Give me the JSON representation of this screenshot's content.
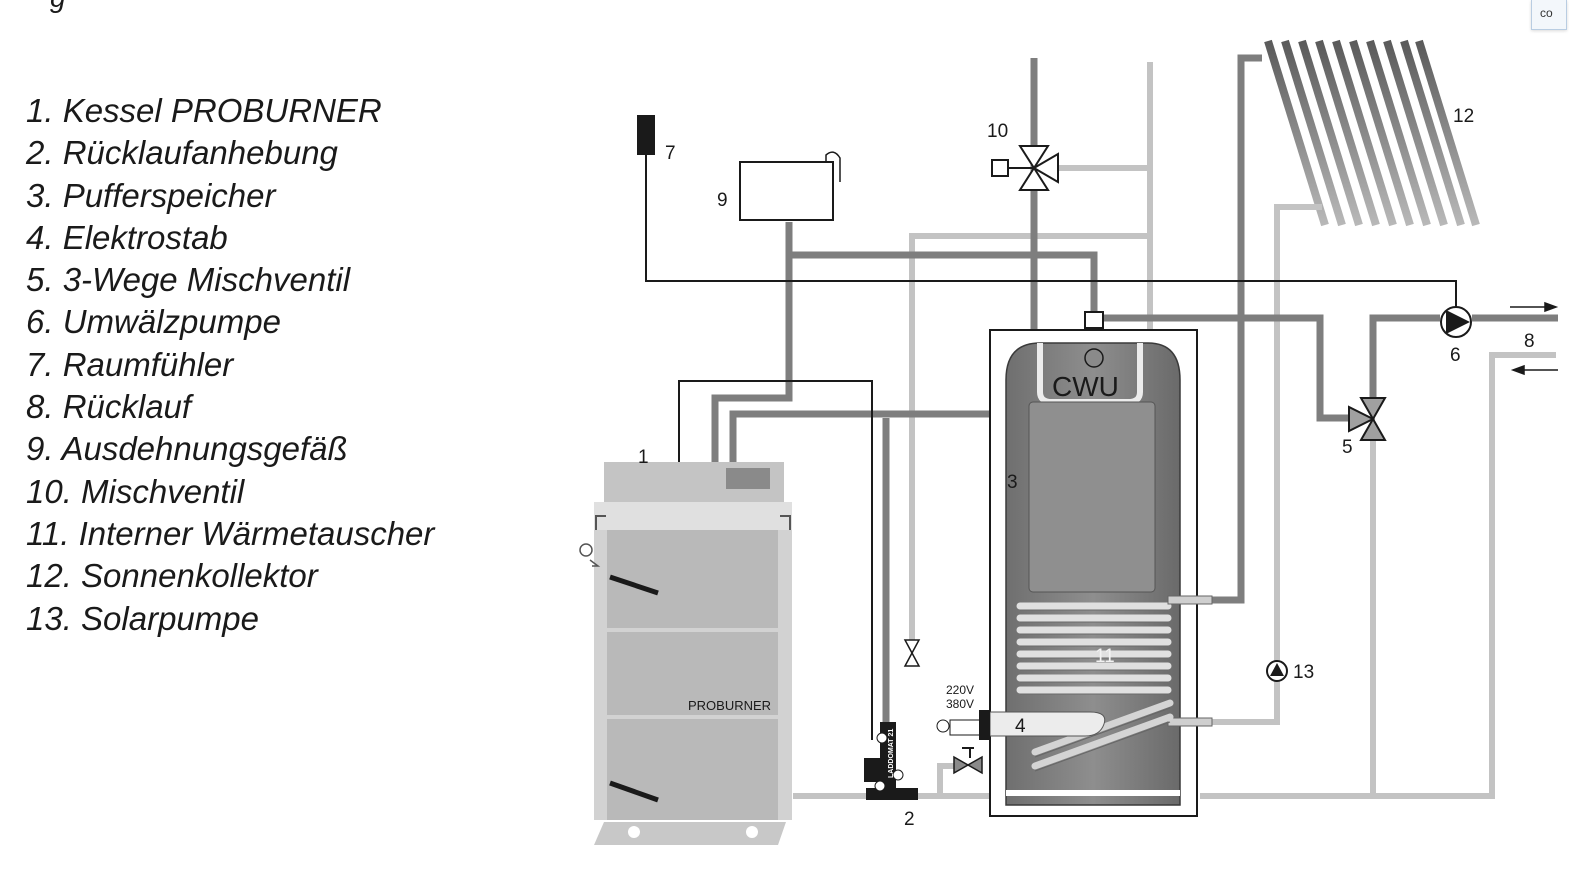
{
  "header_cut": "g",
  "corner_label": "co",
  "legend": [
    "1. Kessel PROBURNER",
    "2. Rücklaufanhebung",
    "3. Pufferspeicher",
    "4. Elektrostab",
    "5. 3-Wege Mischventil",
    "6. Umwälzpumpe",
    "7. Raumfühler",
    "8. Rücklauf",
    "9. Ausdehnungsgefäß",
    "10. Mischventil",
    "11. Interner Wärmetauscher",
    "12. Sonnenkollektor",
    "13. Solarpumpe"
  ],
  "labels": {
    "n1": "1",
    "n2": "2",
    "n3": "3",
    "n4": "4",
    "n5": "5",
    "n6": "6",
    "n7": "7",
    "n8": "8",
    "n9": "9",
    "n10": "10",
    "n11": "11",
    "n12": "12",
    "n13": "13",
    "cwu": "CWU",
    "boiler_brand": "PROBURNER",
    "v220": "220V",
    "v380": "380V",
    "laddomat": "LADDOMAT 21"
  }
}
